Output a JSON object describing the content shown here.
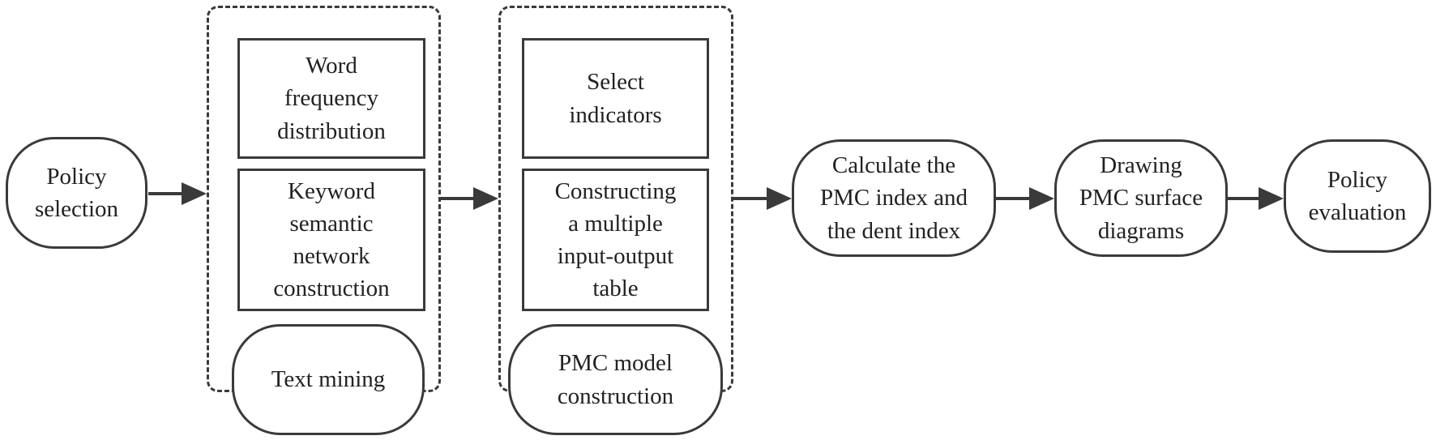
{
  "diagram": {
    "nodes": {
      "policy_selection": "Policy\nselection",
      "word_frequency": "Word\nfrequency\ndistribution",
      "keyword_network": "Keyword\nsemantic\nnetwork\nconstruction",
      "text_mining": "Text mining",
      "select_indicators": "Select\nindicators",
      "constructing_table": "Constructing\na multiple\ninput-output\ntable",
      "pmc_model": "PMC model\nconstruction",
      "calculate_pmc": "Calculate the\nPMC index and\nthe dent index",
      "drawing_pmc": "Drawing\nPMC surface\ndiagrams",
      "policy_evaluation": "Policy\nevaluation"
    },
    "colors": {
      "stroke": "#3a3a3a",
      "fill": "#ffffff",
      "text": "#222222"
    }
  }
}
